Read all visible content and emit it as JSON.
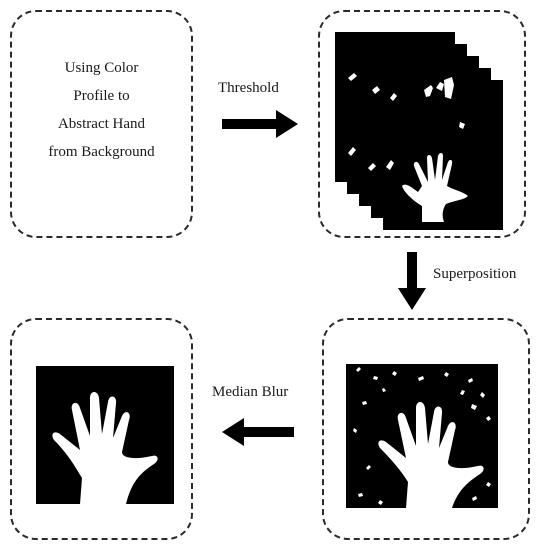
{
  "step1": {
    "lines": [
      "Using Color",
      "Profile to",
      "Abstract Hand",
      "from Background"
    ]
  },
  "labels": {
    "threshold": "Threshold",
    "superposition": "Superposition",
    "median_blur": "Median Blur"
  },
  "colors": {
    "ink": "#1a1a1a",
    "mask_background": "#000000",
    "mask_foreground": "#ffffff"
  }
}
